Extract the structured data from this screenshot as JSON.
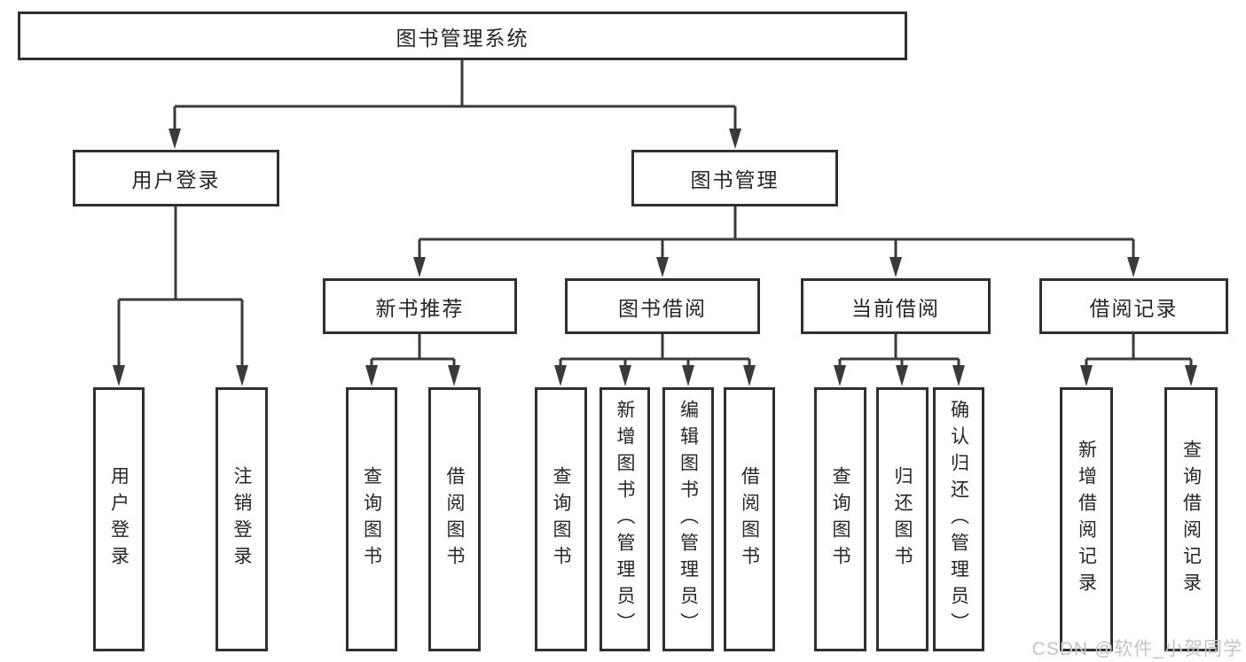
{
  "tree": {
    "label": "图书管理系统",
    "children": [
      {
        "label": "用户登录",
        "children": [
          {
            "label": "用户登录"
          },
          {
            "label": "注销登录"
          }
        ]
      },
      {
        "label": "图书管理",
        "children": [
          {
            "label": "新书推荐",
            "children": [
              {
                "label": "查询图书"
              },
              {
                "label": "借阅图书"
              }
            ]
          },
          {
            "label": "图书借阅",
            "children": [
              {
                "label": "查询图书"
              },
              {
                "label": "新增图书（管理员）"
              },
              {
                "label": "编辑图书（管理员）"
              },
              {
                "label": "借阅图书"
              }
            ]
          },
          {
            "label": "当前借阅",
            "children": [
              {
                "label": "查询图书"
              },
              {
                "label": "归还图书"
              },
              {
                "label": "确认归还（管理员）"
              }
            ]
          },
          {
            "label": "借阅记录",
            "children": [
              {
                "label": "新增借阅记录"
              },
              {
                "label": "查询借阅记录"
              }
            ]
          }
        ]
      }
    ]
  },
  "watermark": "CSDN @软件_小贺同学",
  "colors": {
    "line": "#3a3a3a",
    "box_border": "#303030",
    "text": "#262626",
    "watermark": "#c3c3cb",
    "background": "#ffffff"
  }
}
